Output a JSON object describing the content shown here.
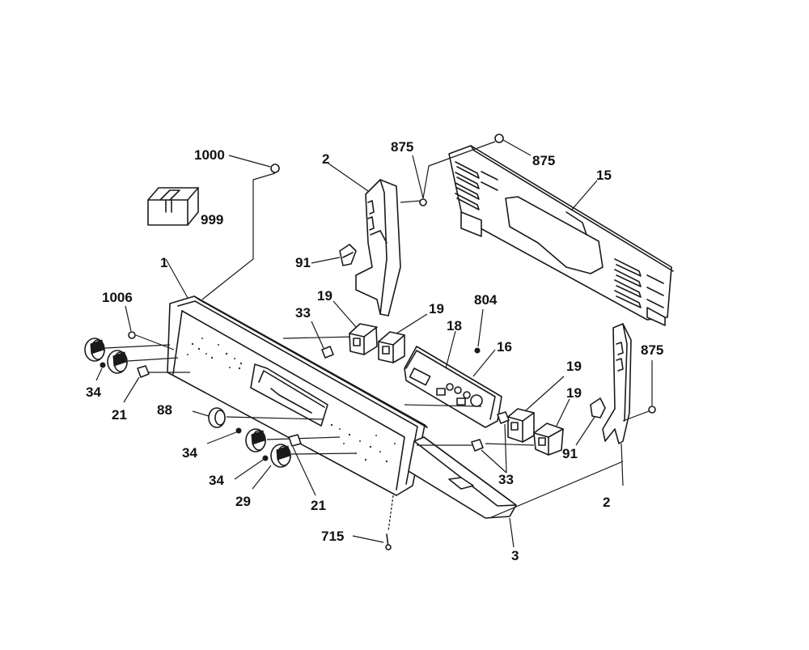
{
  "callouts": {
    "c1000": "1000",
    "c999": "999",
    "c2_top": "2",
    "c875_top": "875",
    "c875_right_top": "875",
    "c15": "15",
    "c91_top": "91",
    "c1": "1",
    "c1006": "1006",
    "c33_upper": "33",
    "c19_left": "19",
    "c19_right": "19",
    "c804": "804",
    "c18": "18",
    "c16": "16",
    "c875_right": "875",
    "c34_left": "34",
    "c21_left": "21",
    "c88": "88",
    "c34_mid": "34",
    "c34_low": "34",
    "c29": "29",
    "c21_mid": "21",
    "c19_lower1": "19",
    "c19_lower2": "19",
    "c91_right": "91",
    "c33_lower": "33",
    "c2_right": "2",
    "c715": "715",
    "c3": "3"
  }
}
